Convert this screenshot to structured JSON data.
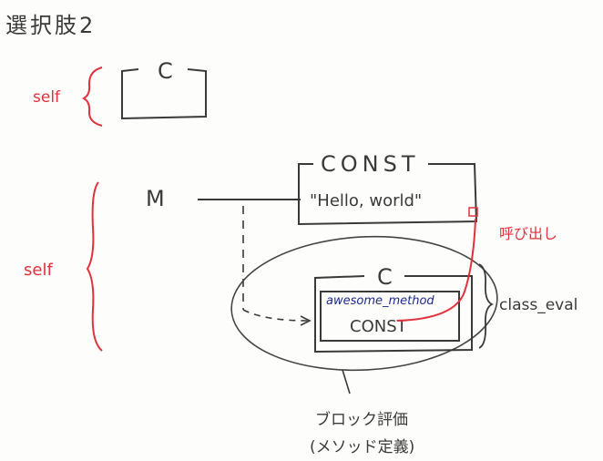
{
  "title": "選択肢2",
  "labels": {
    "self_top": "self",
    "self_bottom": "self",
    "box_c_top": "C",
    "module_m": "M",
    "const_box_title": "CONST",
    "const_value": "\"Hello, world\"",
    "call_label": "呼び出し",
    "inner_c": "C",
    "inner_method": "awesome_method",
    "inner_const": "CONST",
    "class_eval": "class_eval",
    "block_eval_line1": "ブロック評価",
    "block_eval_line2": "(メソッド定義)"
  },
  "colors": {
    "ink": "#3a3a3a",
    "red": "#e0323c",
    "blue": "#1f2a8a",
    "paper": "#fdfdfb"
  }
}
